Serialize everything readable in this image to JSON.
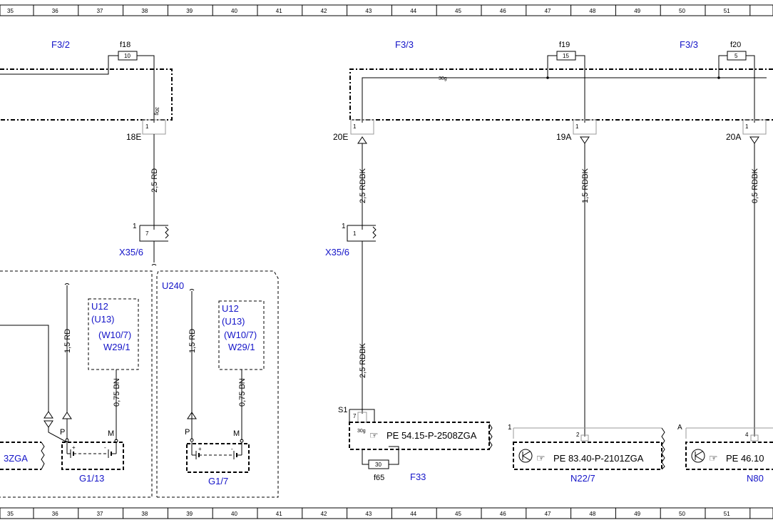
{
  "ruler_top": [
    "35",
    "36",
    "37",
    "38",
    "39",
    "40",
    "41",
    "42",
    "43",
    "44",
    "45",
    "46",
    "47",
    "48",
    "49",
    "50",
    "51"
  ],
  "ruler_bottom": [
    "35",
    "36",
    "37",
    "38",
    "39",
    "40",
    "41",
    "42",
    "43",
    "44",
    "45",
    "46",
    "47",
    "48",
    "49",
    "50",
    "51"
  ],
  "fuse_groups": [
    "F3/2",
    "F3/3",
    "F3/3"
  ],
  "fuses": [
    {
      "name": "f18",
      "value": "10"
    },
    {
      "name": "f19",
      "value": "15"
    },
    {
      "name": "f20",
      "value": "5"
    },
    {
      "name": "f65",
      "value": "30"
    }
  ],
  "terminal_30g": "30g",
  "connectors": [
    "18E",
    "20E",
    "19A",
    "20A",
    "X35/6",
    "X35/6",
    "S1",
    "A",
    "1",
    "1",
    "1"
  ],
  "pins": [
    "1",
    "1",
    "1",
    "1",
    "7",
    "1",
    "7",
    "2",
    "4",
    "P",
    "M",
    "P",
    "M"
  ],
  "wires": [
    "2,5 RD",
    "2,5 RDBK",
    "1,5 RDBK",
    "0,5 RDBK",
    "2,5 RDBK",
    "1,5 RD",
    "0,75 BN",
    "1,5 RD",
    "0,75 BN"
  ],
  "modules": [
    {
      "lines": [
        "U12",
        "(U13)",
        "(W10/7)",
        "W29/1"
      ]
    },
    {
      "lines": [
        "U12",
        "(U13)",
        "(W10/7)",
        "W29/1"
      ]
    }
  ],
  "zone": "U240",
  "components": [
    "G1/13",
    "G1/7",
    "F33",
    "N22/7",
    "N80"
  ],
  "references": [
    "3ZGA",
    "PE 54.15-P-2508ZGA",
    "PE 83.40-P-2101ZGA",
    "PE 46.10"
  ],
  "hand_icon": "pointing-hand-icon",
  "transistor_icon": "transistor-icon"
}
